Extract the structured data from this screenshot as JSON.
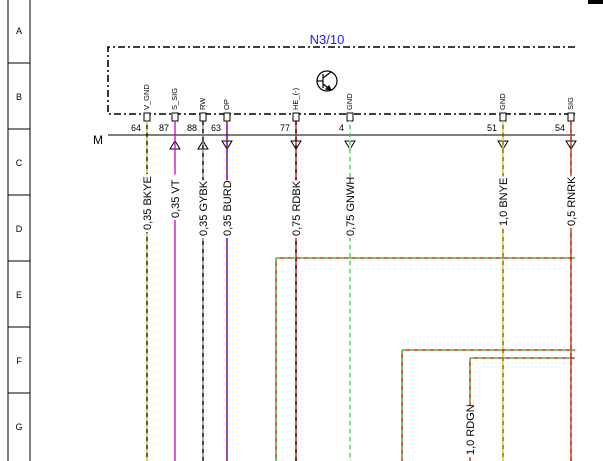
{
  "component": {
    "title": "N3/10",
    "ground_label": "M",
    "pins": [
      {
        "num": "64",
        "signal": "V_GND"
      },
      {
        "num": "87",
        "signal": "S_SIG"
      },
      {
        "num": "88",
        "signal": "RW"
      },
      {
        "num": "63",
        "signal": "OP"
      },
      {
        "num": "77",
        "signal": "HE_(-)"
      },
      {
        "num": "4",
        "signal": "GND"
      },
      {
        "num": "51",
        "signal": "GND"
      },
      {
        "num": "54",
        "signal": "SIG"
      }
    ]
  },
  "grid_rows": [
    "A",
    "B",
    "C",
    "D",
    "E",
    "F",
    "G"
  ],
  "wires": [
    {
      "label": "0,35 BKYE",
      "colors": [
        "#000000",
        "#f2e600"
      ]
    },
    {
      "label": "0,35 VT",
      "colors": [
        "#cc00cc"
      ]
    },
    {
      "label": "0,35 GYBK",
      "colors": [
        "#808080",
        "#000000"
      ]
    },
    {
      "label": "0,35 BURD",
      "colors": [
        "#0000ff",
        "#e00000"
      ]
    },
    {
      "label": "0,75 RDBK",
      "colors": [
        "#e00000",
        "#000000"
      ]
    },
    {
      "label": "0,75 GNWH",
      "colors": [
        "#33cc33",
        "#ffffff"
      ]
    },
    {
      "label": "1,0 BNYE",
      "colors": [
        "#8b4513",
        "#f2e600"
      ]
    },
    {
      "label": "0,5 RNRK",
      "colors": [
        "#8b4513",
        "#e00000"
      ]
    },
    {
      "label": "1,0 RDGN",
      "colors": [
        "#e00000",
        "#33cc33"
      ]
    }
  ]
}
